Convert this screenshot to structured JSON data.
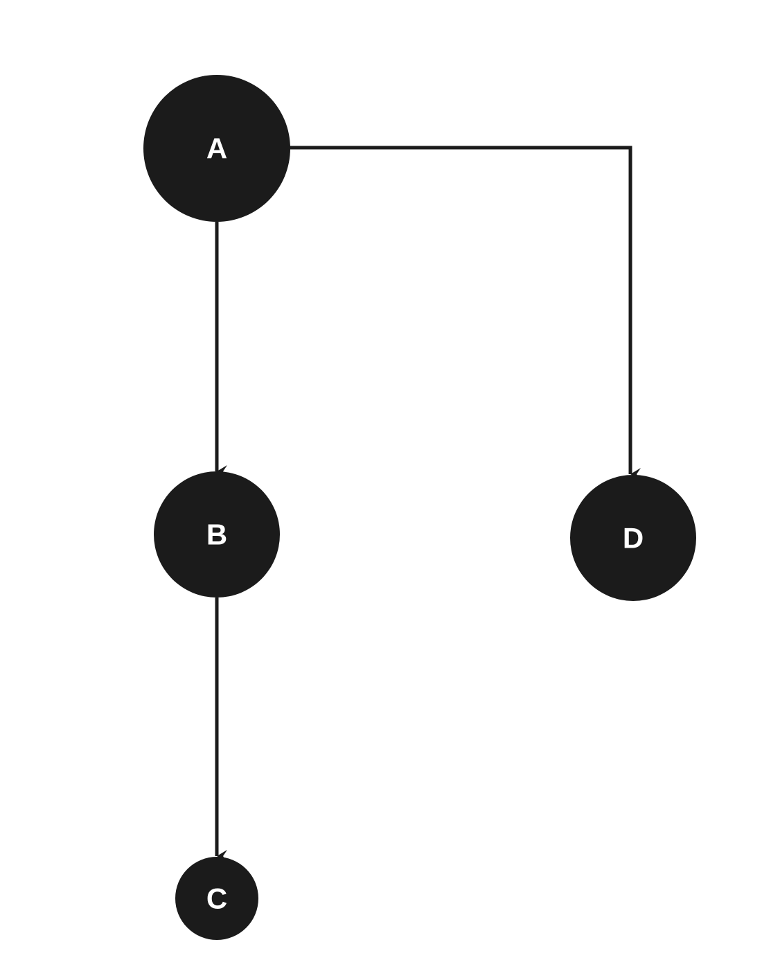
{
  "colors": {
    "background": "#ffffff",
    "node_fill": "#1b1b1b",
    "node_text": "#ffffff",
    "edge": "#1b1b1b"
  },
  "nodes": [
    {
      "id": "A",
      "label": "A"
    },
    {
      "id": "B",
      "label": "B"
    },
    {
      "id": "C",
      "label": "C"
    },
    {
      "id": "D",
      "label": "D"
    }
  ],
  "edges": [
    {
      "from": "A",
      "to": "B"
    },
    {
      "from": "B",
      "to": "C"
    },
    {
      "from": "A",
      "to": "D"
    }
  ]
}
